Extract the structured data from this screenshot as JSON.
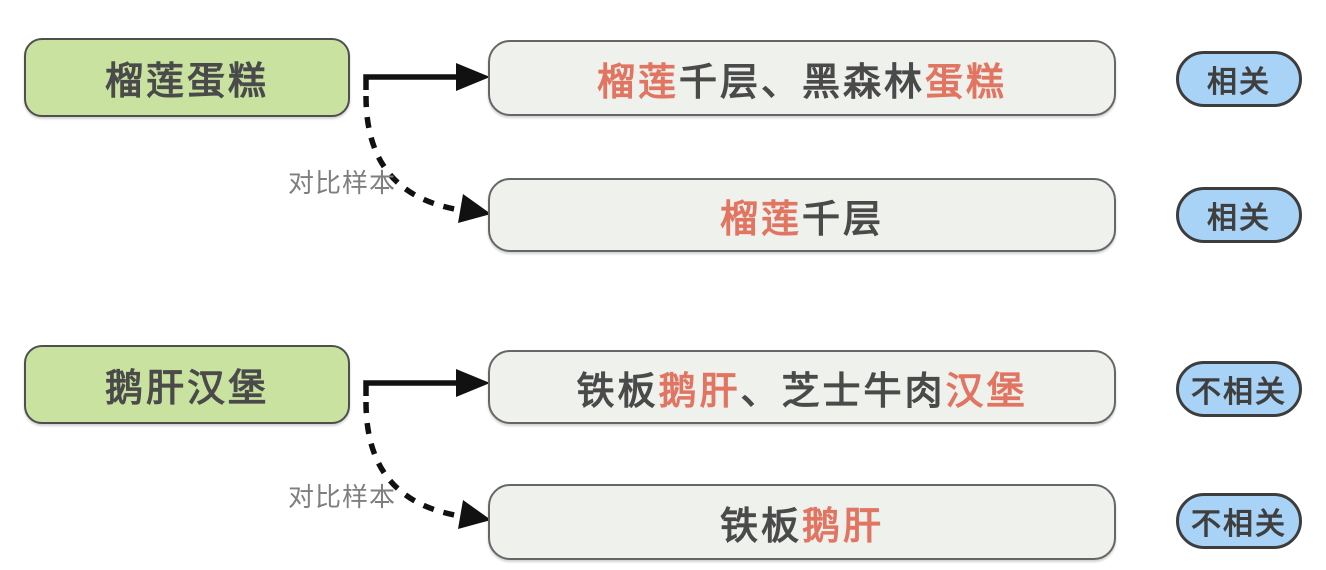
{
  "colors": {
    "query_box_fill": "#c9e2a0",
    "query_box_border": "#4f4f4f",
    "result_box_fill": "#eef1ec",
    "result_box_border": "#666666",
    "badge_fill": "#a8d3f7",
    "badge_border": "#3d3d3d",
    "highlight_text": "#e27562",
    "primary_text": "#4a4a4a",
    "label_text": "#7f7f7f",
    "arrow": "#111111"
  },
  "groups": [
    {
      "query_label": "榴莲蛋糕",
      "arrow_label": "对比样本",
      "targets": [
        {
          "segments": [
            {
              "text": "榴莲",
              "highlight": true
            },
            {
              "text": "千层、黑森林",
              "highlight": false
            },
            {
              "text": "蛋糕",
              "highlight": true
            }
          ],
          "badge": "相关"
        },
        {
          "segments": [
            {
              "text": "榴莲",
              "highlight": true
            },
            {
              "text": "千层",
              "highlight": false
            }
          ],
          "badge": "相关"
        }
      ]
    },
    {
      "query_label": "鹅肝汉堡",
      "arrow_label": "对比样本",
      "targets": [
        {
          "segments": [
            {
              "text": "铁板",
              "highlight": false
            },
            {
              "text": "鹅肝",
              "highlight": true
            },
            {
              "text": "、芝士牛肉",
              "highlight": false
            },
            {
              "text": "汉堡",
              "highlight": true
            }
          ],
          "badge": "不相关"
        },
        {
          "segments": [
            {
              "text": "铁板",
              "highlight": false
            },
            {
              "text": "鹅肝",
              "highlight": true
            }
          ],
          "badge": "不相关"
        }
      ]
    }
  ]
}
